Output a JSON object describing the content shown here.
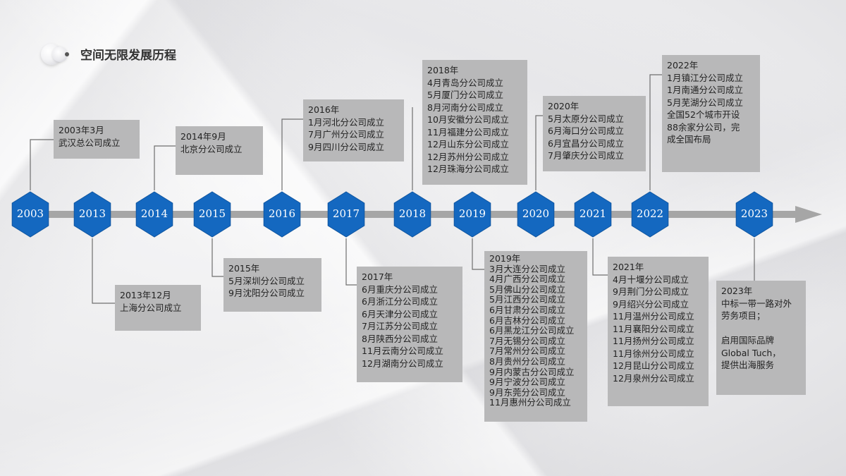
{
  "title": "空间无限发展历程",
  "colors": {
    "hex": "#1468c0",
    "axis": "#a6a6a6",
    "card": "#b8b8b9",
    "connector": "#6f6f6f"
  },
  "years": [
    "2003",
    "2013",
    "2014",
    "2015",
    "2016",
    "2017",
    "2018",
    "2019",
    "2020",
    "2021",
    "2022",
    "2023"
  ],
  "events": [
    {
      "year": "2003",
      "text": "2003年3月\n武汉总公司成立"
    },
    {
      "year": "2013",
      "text": "2013年12月\n上海分公司成立"
    },
    {
      "year": "2014",
      "text": "2014年9月\n北京分公司成立"
    },
    {
      "year": "2015",
      "text": "2015年\n5月深圳分公司成立\n9月沈阳分公司成立"
    },
    {
      "year": "2016",
      "text": "2016年\n1月河北分公司成立\n7月广州分公司成立\n9月四川分公司成立"
    },
    {
      "year": "2017",
      "text": "2017年\n6月重庆分公司成立\n6月浙江分公司成立\n6月天津分公司成立\n7月江苏分公司成立\n8月陕西分公司成立\n11月云南分公司成立\n12月湖南分公司成立"
    },
    {
      "year": "2018",
      "text": "2018年\n4月青岛分公司成立\n5月厦门分公司成立\n8月河南分公司成立\n10月安徽分公司成立\n11月福建分公司成立\n12月山东分公司成立\n12月苏州分公司成立\n12月珠海分公司成立"
    },
    {
      "year": "2019",
      "text": "2019年\n3月大连分公司成立\n4月广西分公司成立\n5月佛山分公司成立\n5月江西分公司成立\n6月甘肃分公司成立\n6月吉林分公司成立\n6月黑龙江分公司成立\n7月无锡分公司成立\n7月常州分公司成立\n8月贵州分公司成立\n9月内蒙古分公司成立\n9月宁波分公司成立\n9月东莞分公司成立\n11月惠州分公司成立"
    },
    {
      "year": "2020",
      "text": "2020年\n5月太原分公司成立\n6月海口分公司成立\n6月宜昌分公司成立\n7月肇庆分公司成立"
    },
    {
      "year": "2021",
      "text": "2021年\n4月十堰分公司成立\n9月荆门分公司成立\n9月绍兴分公司成立\n11月温州分公司成立\n11月襄阳分公司成立\n11月扬州分公司成立\n11月徐州分公司成立\n12月昆山分公司成立\n12月泉州分公司成立"
    },
    {
      "year": "2022",
      "text": "2022年\n1月镇江分公司成立\n1月南通分公司成立\n5月芜湖分公司成立\n全国52个城市开设\n88余家分公司，完\n成全国布局"
    },
    {
      "year": "2023",
      "text": "2023年\n中标一带一路对外\n劳务项目；\n\n启用国际品牌\nGlobal Tuch，\n提供出海服务"
    }
  ]
}
